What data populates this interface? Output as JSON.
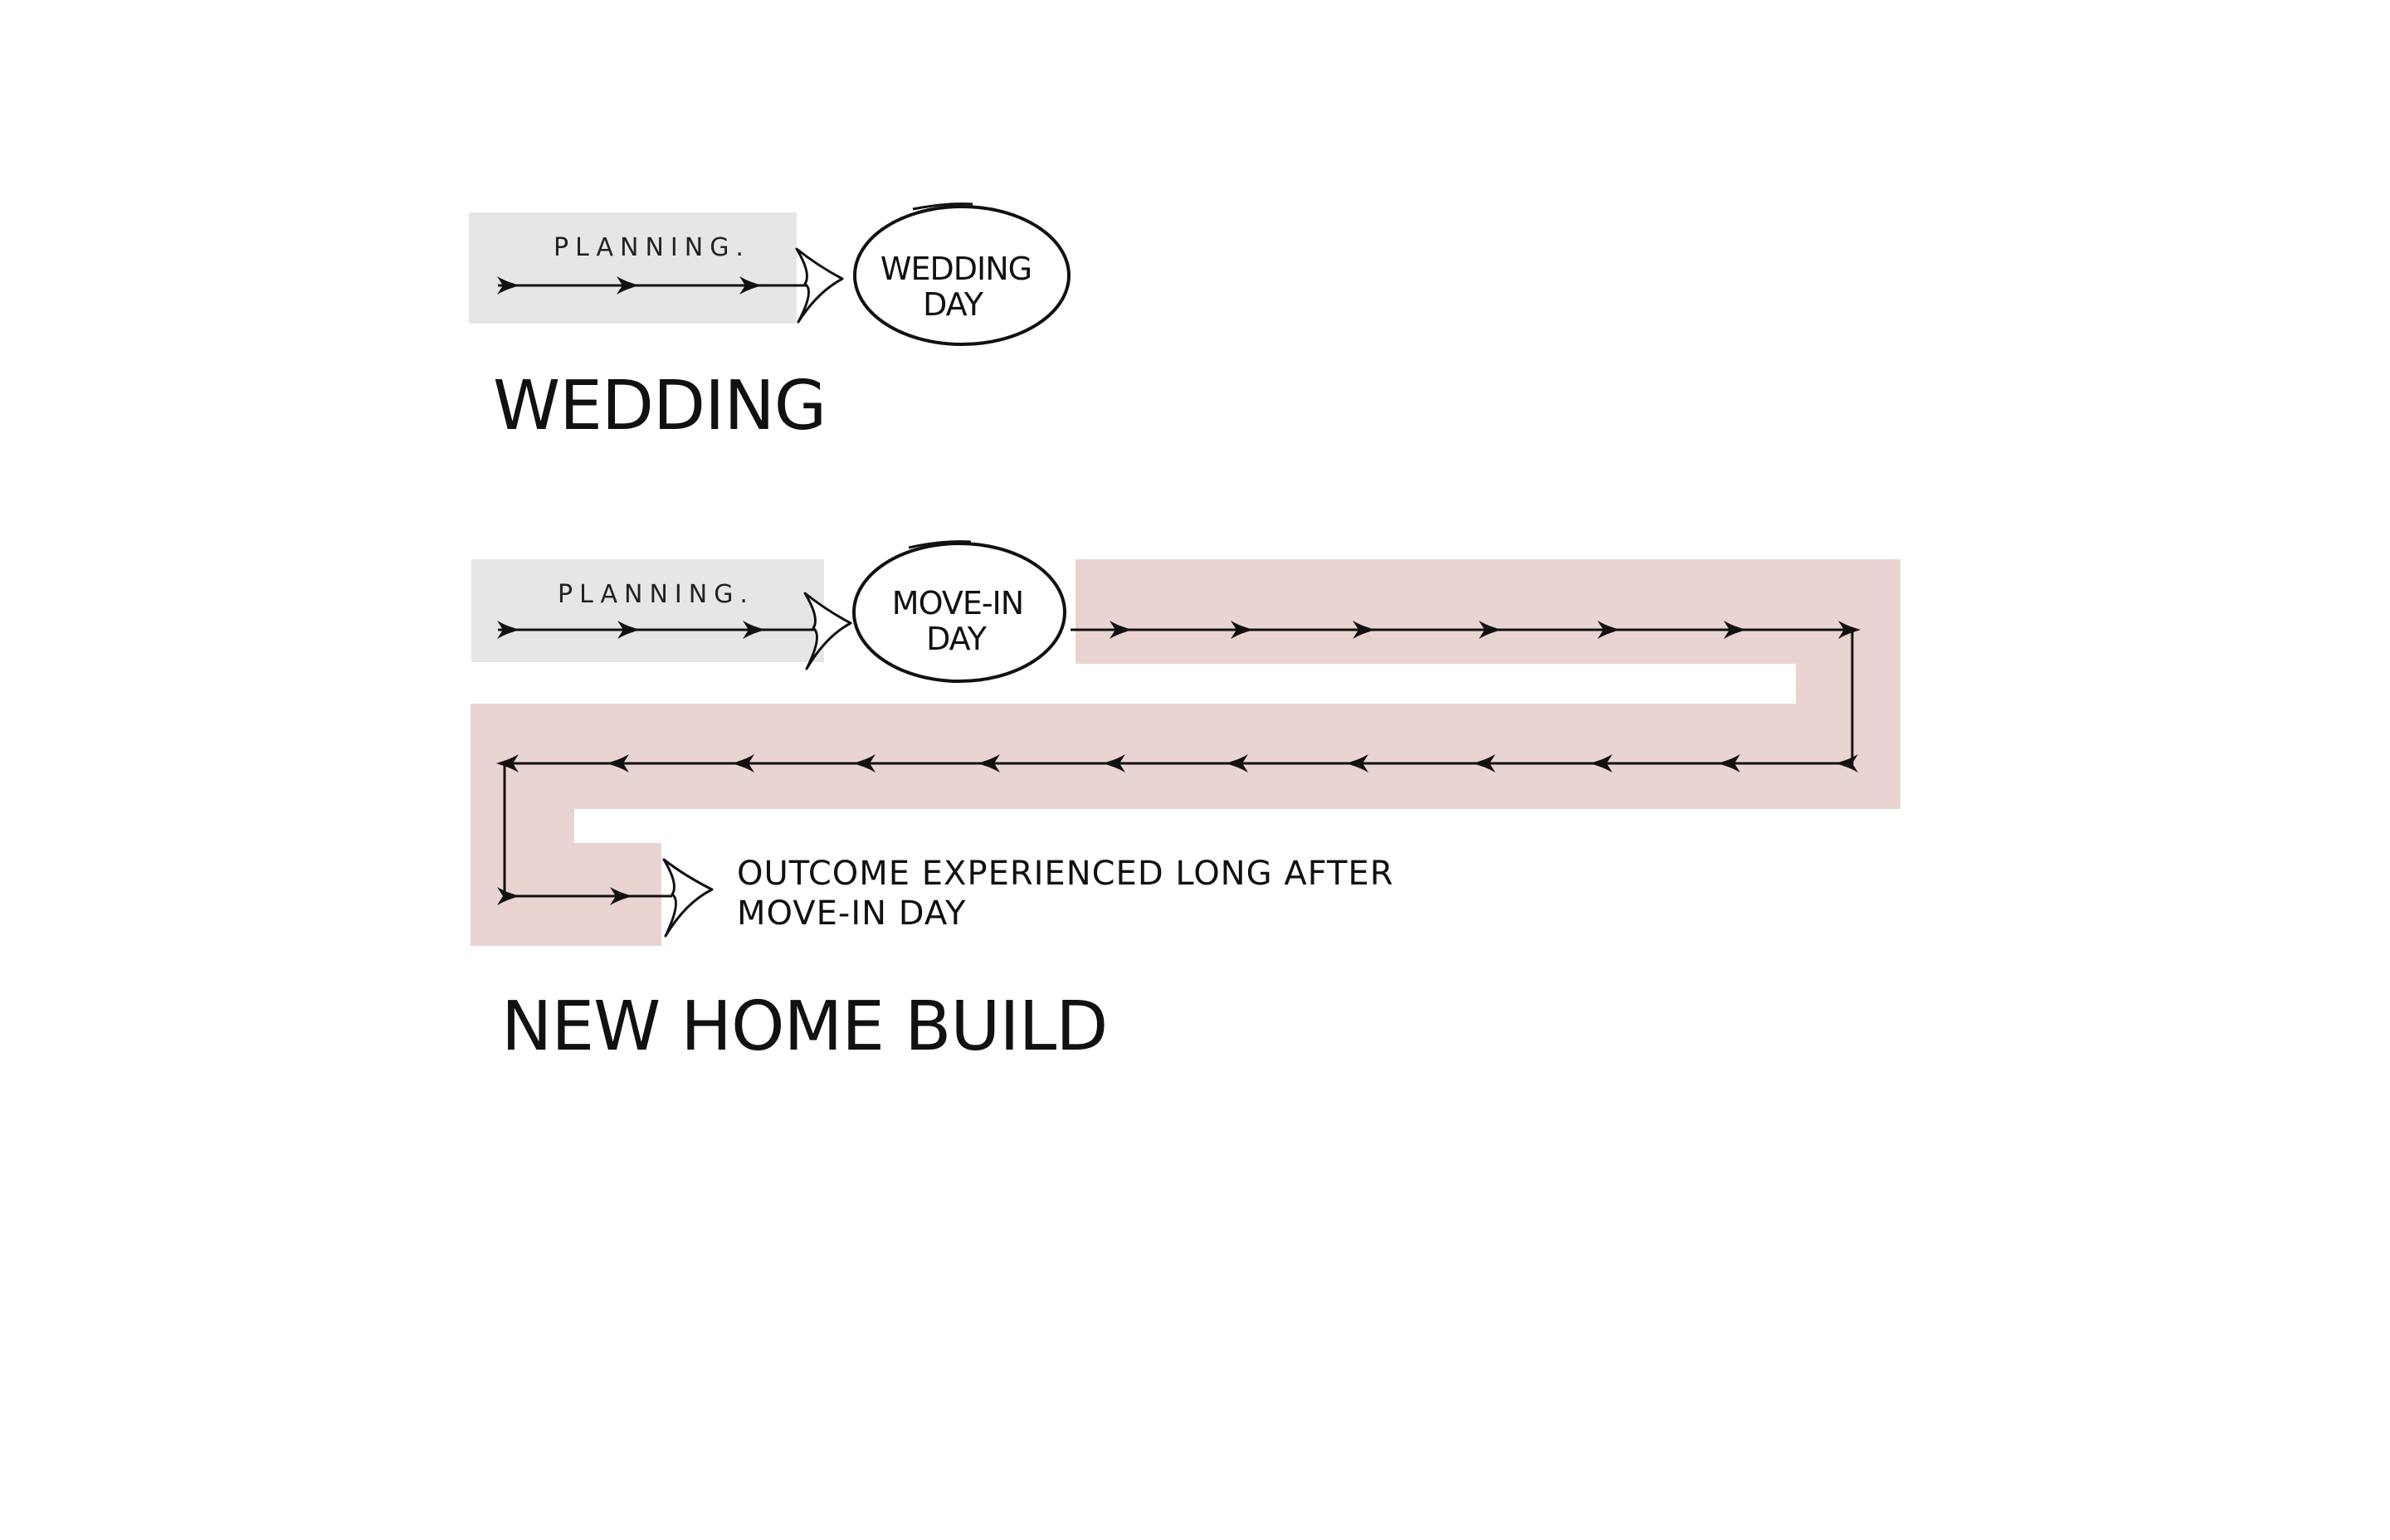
{
  "colors": {
    "planning_band": "#e6e6e6",
    "outcome_band": "#ead4d2",
    "ink": "#111111"
  },
  "wedding": {
    "planning_label": "PLANNING.",
    "bubble_line1": "WEDDING",
    "bubble_line2": "DAY",
    "title": "WEDDING"
  },
  "home_build": {
    "planning_label": "PLANNING.",
    "bubble_line1": "MOVE-IN",
    "bubble_line2": "DAY",
    "outcome_line1": "OUTCOME EXPERIENCED LONG AFTER",
    "outcome_line2": "MOVE-IN DAY",
    "title": "NEW HOME BUILD"
  }
}
